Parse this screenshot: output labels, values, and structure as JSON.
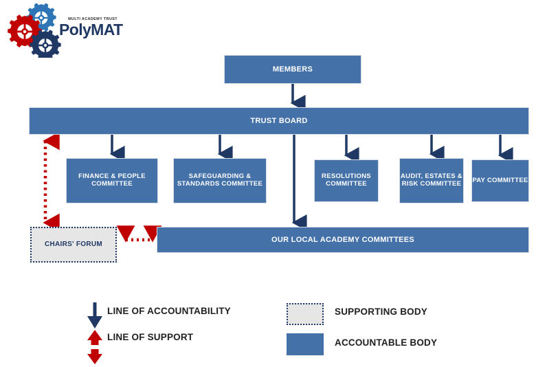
{
  "logo": {
    "tagline": "MULTI ACADEMY TRUST",
    "name": "PolyMAT",
    "gears": [
      {
        "name": "gear-blue",
        "color": "#2e75b6"
      },
      {
        "name": "gear-red",
        "color": "#c00000"
      },
      {
        "name": "gear-navy",
        "color": "#1f3864"
      }
    ]
  },
  "colors": {
    "accountable_body": "#4472a8",
    "supporting_body": "#e6e6e6",
    "accountability_arrow": "#1f3864",
    "support_arrow": "#c00000",
    "text_on_blue": "#ffffff",
    "legend_text": "#202020"
  },
  "nodes": {
    "members": "MEMBERS",
    "trust_board": "TRUST BOARD",
    "chairs_forum": "CHAIRS' FORUM",
    "local_academy_committees": "OUR LOCAL ACADEMY COMMITTEES",
    "committees": [
      {
        "id": "finance",
        "label": "FINANCE & PEOPLE COMMITTEE"
      },
      {
        "id": "safeguard",
        "label": "SAFEGUARDING & STANDARDS COMMITTEE"
      },
      {
        "id": "resolutions",
        "label": "RESOLUTIONS COMMITTEE"
      },
      {
        "id": "audit",
        "label": "AUDIT, ESTATES & RISK COMMITTEE"
      },
      {
        "id": "pay",
        "label": "PAY COMMITTEE"
      }
    ]
  },
  "legend": {
    "line_of_accountability": "LINE OF ACCOUNTABILITY",
    "line_of_support": "LINE OF SUPPORT",
    "supporting_body": "SUPPORTING BODY",
    "accountable_body": "ACCOUNTABLE BODY"
  },
  "relationships": [
    {
      "from": "members",
      "to": "trust_board",
      "type": "accountability"
    },
    {
      "from": "trust_board",
      "to": "finance",
      "type": "accountability"
    },
    {
      "from": "trust_board",
      "to": "safeguard",
      "type": "accountability"
    },
    {
      "from": "trust_board",
      "to": "resolutions",
      "type": "accountability"
    },
    {
      "from": "trust_board",
      "to": "audit",
      "type": "accountability"
    },
    {
      "from": "trust_board",
      "to": "pay",
      "type": "accountability"
    },
    {
      "from": "trust_board",
      "to": "local_academy_committees",
      "type": "accountability"
    },
    {
      "from": "trust_board",
      "to": "chairs_forum",
      "type": "support"
    },
    {
      "from": "chairs_forum",
      "to": "local_academy_committees",
      "type": "support"
    }
  ]
}
